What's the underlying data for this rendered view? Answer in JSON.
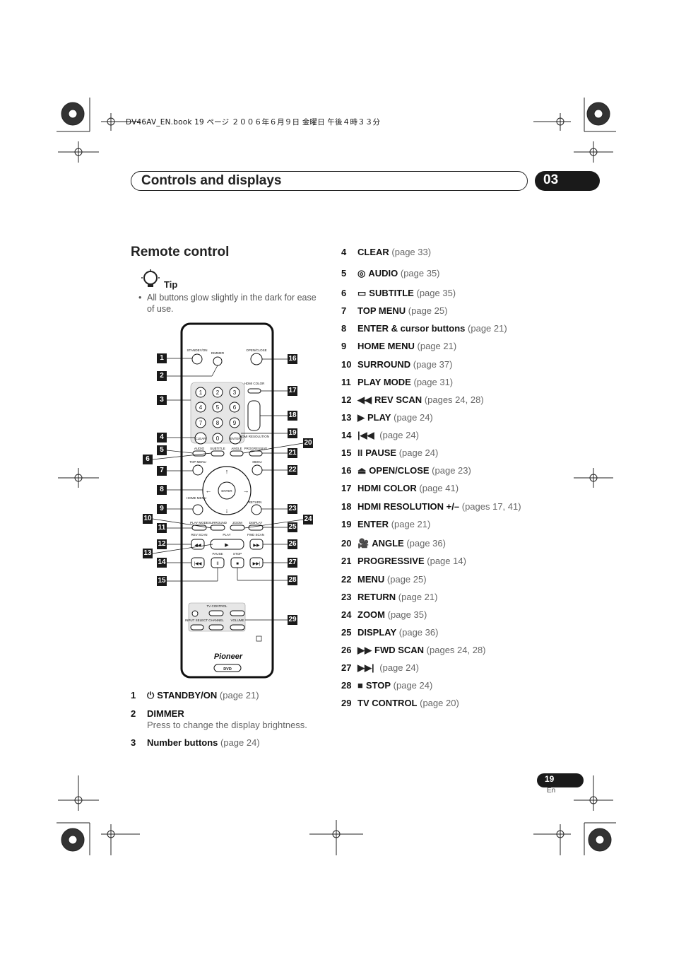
{
  "print_header": "DV46AV_EN.book  19 ページ  ２００６年６月９日  金曜日  午後４時３３分",
  "title_bar": {
    "title": "Controls and displays",
    "chapter": "03"
  },
  "section_title": "Remote control",
  "tip": {
    "label": "Tip",
    "bullet": "•",
    "text": "All buttons glow slightly in the dark for ease of use."
  },
  "remote_labels": {
    "standby": "STANDBY/ON",
    "dimmer": "DIMMER",
    "open_close": "OPEN/CLOSE",
    "hdmi_color": "HDMI COLOR",
    "clear": "CLEAR",
    "enter": "ENTER",
    "hdmi_resolution": "HDMI RESOLUTION",
    "audio": "AUDIO",
    "subtitle": "SUBTITLE",
    "angle": "ANGLE",
    "progressive": "PROGRESSIVE",
    "top_menu": "TOP MENU",
    "menu": "MENU",
    "home_menu": "HOME MENU",
    "return": "RETURN",
    "play_mode": "PLAY MODE",
    "surround": "SURROUND",
    "zoom": "ZOOM",
    "display": "DISPLAY",
    "rev_scan": "REV SCAN",
    "play": "PLAY",
    "fwd_scan": "FWD SCAN",
    "pause": "PAUSE",
    "stop": "STOP",
    "tv_control": "TV CONTROL",
    "input_select": "INPUT SELECT",
    "channel": "CHANNEL",
    "volume": "VOLUME",
    "brand": "Pioneer",
    "dvd": "DVD",
    "digits": [
      "1",
      "2",
      "3",
      "4",
      "5",
      "6",
      "7",
      "8",
      "9",
      "0"
    ]
  },
  "callouts": [
    "1",
    "2",
    "3",
    "4",
    "5",
    "6",
    "7",
    "8",
    "9",
    "10",
    "11",
    "12",
    "13",
    "14",
    "15",
    "16",
    "17",
    "18",
    "19",
    "20",
    "21",
    "22",
    "23",
    "24",
    "25",
    "26",
    "27",
    "28",
    "29"
  ],
  "left_items": [
    {
      "num": "1",
      "glyph": "⏻",
      "label": "STANDBY/ON",
      "page": "(page 21)"
    },
    {
      "num": "2",
      "label": "DIMMER",
      "desc": "Press to change the display brightness."
    },
    {
      "num": "3",
      "label": "Number buttons",
      "page": "(page 24)"
    }
  ],
  "right_items": [
    {
      "num": "4",
      "label": "CLEAR",
      "page": "(page 33)"
    },
    {
      "num": "5",
      "glyph": "◎",
      "label": "AUDIO",
      "page": "(page 35)"
    },
    {
      "num": "6",
      "glyph": "▭",
      "label": "SUBTITLE",
      "page": "(page 35)"
    },
    {
      "num": "7",
      "label": "TOP MENU",
      "page": "(page 25)"
    },
    {
      "num": "8",
      "label": "ENTER & cursor buttons",
      "page": "(page 21)"
    },
    {
      "num": "9",
      "label": "HOME MENU",
      "page": "(page 21)"
    },
    {
      "num": "10",
      "label": "SURROUND",
      "page": "(page 37)"
    },
    {
      "num": "11",
      "label": "PLAY MODE",
      "page": "(page 31)"
    },
    {
      "num": "12",
      "glyph": "◀◀",
      "label": "REV SCAN",
      "page": "(pages 24, 28)"
    },
    {
      "num": "13",
      "glyph": "▶",
      "label": "PLAY",
      "page": "(page 24)"
    },
    {
      "num": "14",
      "glyph": "|◀◀",
      "label": "",
      "page": "(page 24)"
    },
    {
      "num": "15",
      "glyph": "II",
      "label": "PAUSE",
      "page": "(page 24)"
    },
    {
      "num": "16",
      "glyph": "⏏",
      "label": "OPEN/CLOSE",
      "page": "(page 23)"
    },
    {
      "num": "17",
      "label": "HDMI COLOR",
      "page": "(page 41)"
    },
    {
      "num": "18",
      "label": "HDMI RESOLUTION +/–",
      "page": "(pages 17, 41)"
    },
    {
      "num": "19",
      "label": "ENTER",
      "page": "(page 21)"
    },
    {
      "num": "20",
      "glyph": "🎥",
      "label": "ANGLE",
      "page": "(page 36)"
    },
    {
      "num": "21",
      "label": "PROGRESSIVE",
      "page": "(page 14)"
    },
    {
      "num": "22",
      "label": "MENU",
      "page": "(page 25)"
    },
    {
      "num": "23",
      "label": "RETURN",
      "page": "(page 21)"
    },
    {
      "num": "24",
      "label": "ZOOM",
      "page": "(page 35)"
    },
    {
      "num": "25",
      "label": "DISPLAY",
      "page": "(page 36)"
    },
    {
      "num": "26",
      "glyph": "▶▶",
      "label": "FWD SCAN",
      "page": "(pages 24, 28)"
    },
    {
      "num": "27",
      "glyph": "▶▶|",
      "label": "",
      "page": "(page 24)"
    },
    {
      "num": "28",
      "glyph": "■",
      "label": "STOP",
      "page": "(page 24)"
    },
    {
      "num": "29",
      "label": "TV CONTROL",
      "page": "(page 20)"
    }
  ],
  "page_number": "19",
  "language": "En"
}
